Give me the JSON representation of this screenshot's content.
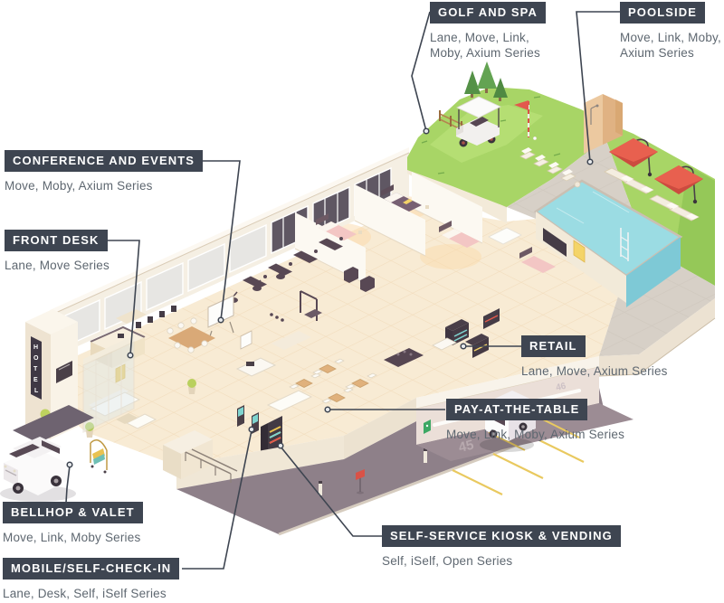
{
  "callouts": [
    {
      "id": "golf-and-spa",
      "title": "GOLF AND SPA",
      "series": "Lane, Move, Link,\nMoby, Axium Series"
    },
    {
      "id": "poolside",
      "title": "POOLSIDE",
      "series": "Move, Link, Moby,\nAxium Series"
    },
    {
      "id": "conference-and-events",
      "title": "CONFERENCE AND EVENTS",
      "series": "Move, Moby, Axium Series"
    },
    {
      "id": "front-desk",
      "title": "FRONT DESK",
      "series": "Lane, Move Series"
    },
    {
      "id": "retail",
      "title": "RETAIL",
      "series": "Lane, Move, Axium Series"
    },
    {
      "id": "pay-at-the-table",
      "title": "PAY-AT-THE-TABLE",
      "series": "Move, Link, Moby, Axium Series"
    },
    {
      "id": "bellhop-valet",
      "title": "BELLHOP & VALET",
      "series": "Move, Link, Moby Series"
    },
    {
      "id": "mobile-self-check-in",
      "title": "MOBILE/SELF-CHECK-IN",
      "series": "Lane, Desk, Self, iSelf Series"
    },
    {
      "id": "self-service-kiosk-vending",
      "title": "SELF-SERVICE KIOSK & VENDING",
      "series": "Self, iSelf, Open Series"
    }
  ],
  "scene": {
    "hotel_sign_letters": [
      "H",
      "O",
      "T",
      "E",
      "L"
    ],
    "parking_spot_numbers": [
      "45",
      "46"
    ],
    "colors": {
      "label_bg": "#3e4551",
      "label_text": "#ffffff",
      "series_text": "#5e6770",
      "leader_line": "#3e4551",
      "grass": "#a8d566",
      "pool_water": "#9bdce3",
      "umbrella_red": "#e8604f",
      "deck": "#d7d0c7",
      "floor_cream": "#f8ebd4",
      "asphalt": "#8e8089",
      "parking_line_yellow": "#e9c95f",
      "furniture_dark": "#564652",
      "bed_pink": "#f3c6c4"
    }
  }
}
